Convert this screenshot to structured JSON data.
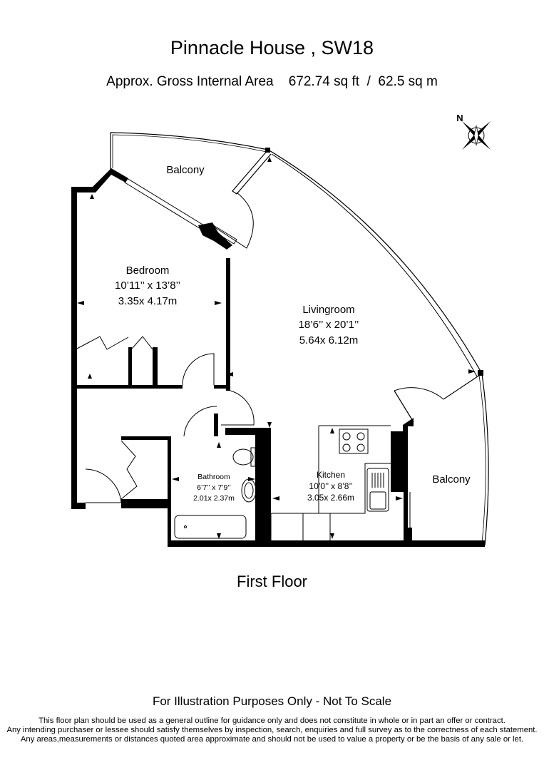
{
  "header": {
    "title": "Pinnacle House , SW18",
    "area_label": "Approx. Gross Internal Area",
    "area_sqft": "672.74 sq ft",
    "area_sep": "/",
    "area_sqm": "62.5 sq m"
  },
  "compass": {
    "label": "N",
    "icon": "compass-rose-icon"
  },
  "rooms": {
    "balcony_top": {
      "name": "Balcony"
    },
    "bedroom": {
      "name": "Bedroom",
      "imperial": "10’11’’ x 13’8’’",
      "metric": "3.35x 4.17m"
    },
    "livingroom": {
      "name": "Livingroom",
      "imperial": "18’6’’ x 20’1’’",
      "metric": "5.64x 6.12m"
    },
    "bathroom": {
      "name": "Bathroom",
      "imperial": "6’7’’ x 7’9’’",
      "metric": "2.01x 2.37m"
    },
    "kitchen": {
      "name": "Kitchen",
      "imperial": "10’0’’ x 8’8’’",
      "metric": "3.05x 2.66m"
    },
    "balcony_right": {
      "name": "Balcony"
    }
  },
  "floor_label": "First Floor",
  "footer": {
    "notice": "For Illustration Purposes Only - Not To Scale",
    "disclaimer": [
      "This floor plan should be used as a general outline for guidance only and does not constitute in whole or in part an offer or contract.",
      "Any intending purchaser or lessee should satisfy themselves by inspection, search, enquiries and full survey as to the correctness of each statement.",
      "Any areas,measurements or distances quoted area approximate and should not be used to value a property or be the basis of any sale or let."
    ]
  }
}
